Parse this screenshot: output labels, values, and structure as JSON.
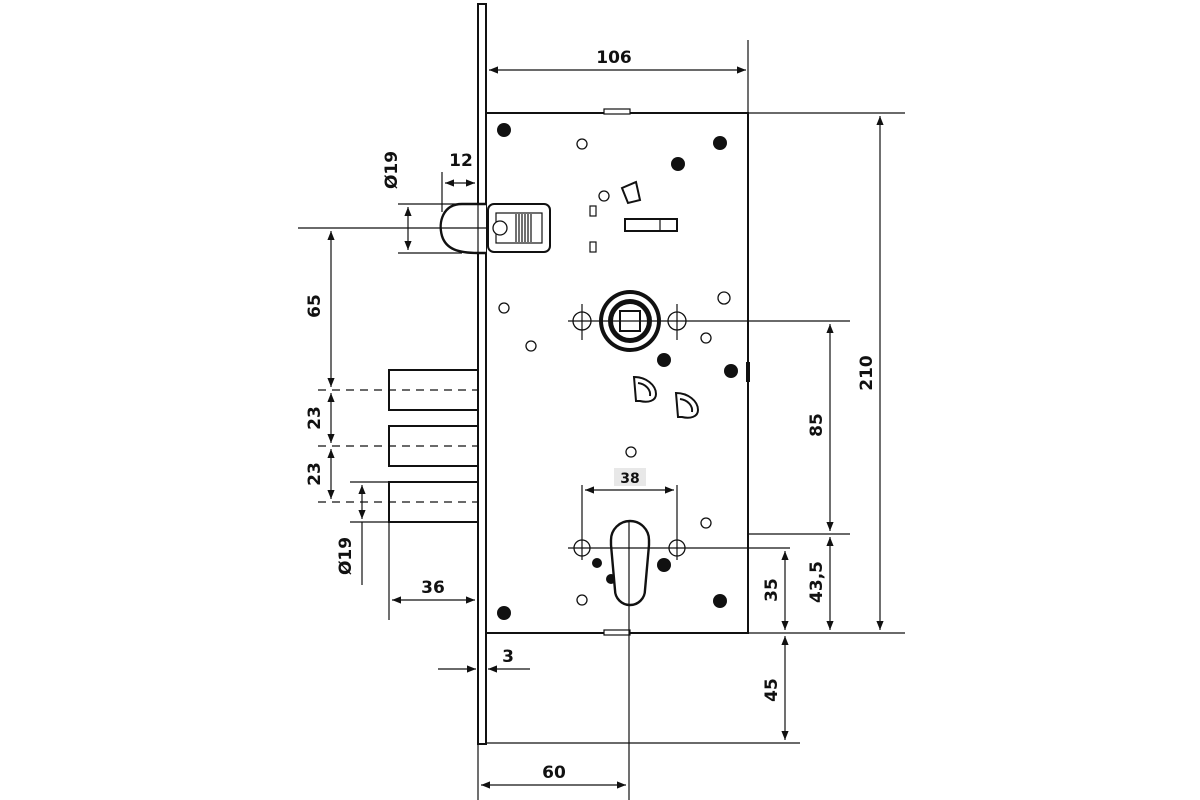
{
  "dimensions": {
    "faceplate_to_backset_width": "106",
    "latch_projection": "12",
    "latch_diameter": "Ø19",
    "latch_to_bolt_distance": "65",
    "bolt_spacing_upper": "23",
    "bolt_spacing_lower": "23",
    "bolt_diameter": "Ø19",
    "bolt_projection": "36",
    "faceplate_thickness": "3",
    "total_height": "210",
    "handle_to_cylinder": "85",
    "cylinder_fixing_spacing": "38",
    "cylinder_to_body_bottom": "43,5",
    "cylinder_center_offset": "35",
    "faceplate_extension": "45",
    "backset": "60"
  },
  "colors": {
    "line": "#111111",
    "background": "#ffffff"
  }
}
